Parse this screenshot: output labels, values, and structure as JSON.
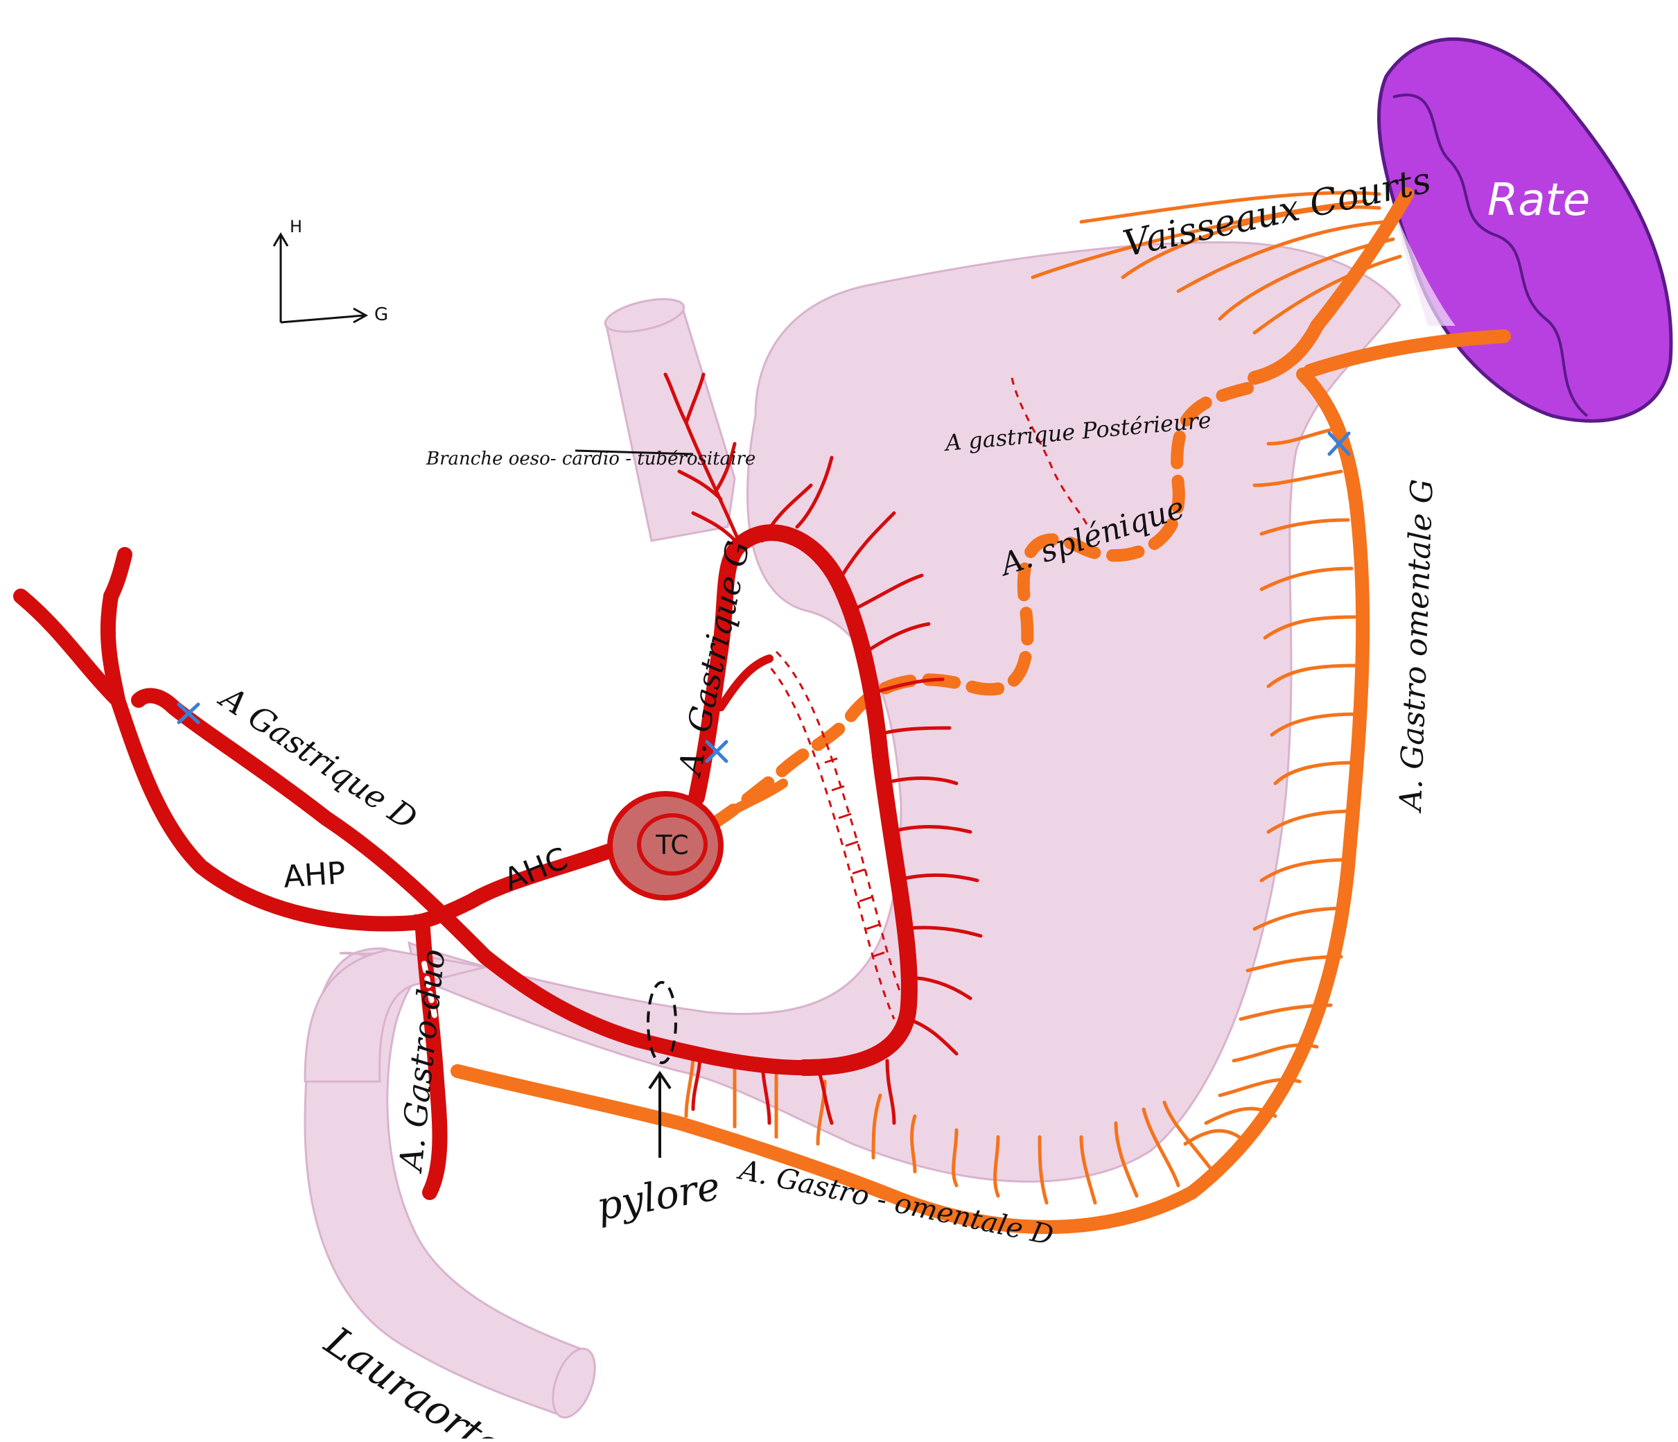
{
  "diagram": {
    "orientation": {
      "up": "H",
      "right": "G"
    },
    "organs": {
      "spleen": "Rate",
      "celiac_trunk": "TC",
      "pylorus": "pylore",
      "duodenum": "Lauraorte"
    },
    "arteries": {
      "short_vessels": "Vaisseaux Courts",
      "posterior_gastric": "A gastrique Postérieure",
      "splenic": "A. splénique",
      "esophageal_branch": "Branche oeso- cardio - tubérositaire",
      "left_gastric": "A. Gastrique G",
      "right_gastric": "A Gastrique D",
      "proper_hepatic": "AHP",
      "common_hepatic": "AHC",
      "gastroduodenal": "A. Gastro-duo",
      "right_gastroomental": "A. Gastro - omentale D",
      "left_gastroomental": "A. Gastro omentale G"
    },
    "colors": {
      "stomach": "#eed5e6",
      "stomach_outline": "#d9b3cd",
      "artery_celiac": "#d40c0c",
      "artery_gastroepiploic": "#f4731c",
      "spleen": "#b840e0",
      "spleen_outline": "#5b1a8a",
      "ligation_mark": "#3a7fd6"
    }
  }
}
